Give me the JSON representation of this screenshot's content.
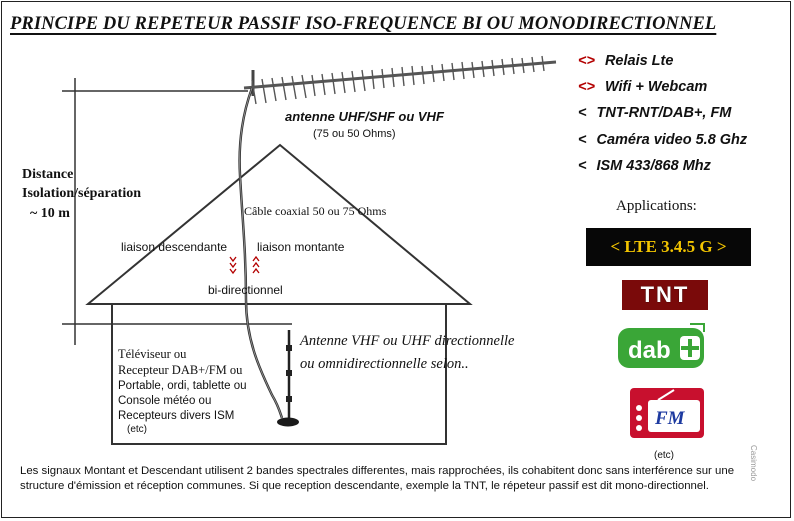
{
  "title": "PRINCIPE DU REPETEUR PASSIF ISO-FREQUENCE BI OU MONODIRECTIONNEL",
  "diagram": {
    "antenna_label": "antenne UHF/SHF ou VHF",
    "antenna_impedance": "(75 ou 50 Ohms)",
    "distance_label_1": "Distance",
    "distance_label_2": "Isolation/séparation",
    "distance_value": "~ 10 m",
    "cable_label": "Câble coaxial 50 ou 75 Ohms",
    "link_down": "liaison descendante",
    "link_up": "liaison montante",
    "bidirectional": "bi-directionnel",
    "indoor_antenna_1": "Antenne VHF  ou UHF directionnelle",
    "indoor_antenna_2": "ou omnidirectionnelle selon..",
    "receivers": [
      "Téléviseur ou",
      "Recepteur DAB+/FM ou",
      "Portable, ordi, tablette ou",
      "Console météo ou",
      "Recepteurs divers ISM",
      "(etc)"
    ]
  },
  "applications_list": [
    {
      "marker": "<>",
      "label": "Relais Lte",
      "marker_color": "#b30000"
    },
    {
      "marker": "<>",
      "label": "Wifi + Webcam",
      "marker_color": "#b30000"
    },
    {
      "marker": "<",
      "label": "TNT-RNT/DAB+, FM",
      "marker_color": "#111111"
    },
    {
      "marker": "<",
      "label": "Caméra video 5.8 Ghz",
      "marker_color": "#111111"
    },
    {
      "marker": "<",
      "label": "ISM 433/868 Mhz",
      "marker_color": "#111111"
    }
  ],
  "applications_heading": "Applications:",
  "logos": {
    "lte": "< LTE 3.4.5 G >",
    "tnt": "TNT",
    "dab": "dab",
    "fm": "FM"
  },
  "etc_right": "(etc)",
  "watermark": "Casimodo",
  "footer": "Les signaux Montant et Descendant utilisent 2 bandes spectrales differentes, mais rapprochées, ils cohabitent donc sans interférence sur une structure d'émission et réception communes. Si que reception descendante, exemple la TNT,  le répeteur passif est dit mono-directionnel.",
  "colors": {
    "lte_text": "#f3c500",
    "tnt_bg": "#7a0a0a",
    "dab_green": "#3aa637",
    "fm_red": "#c8102e",
    "arrow_red": "#b30000"
  }
}
